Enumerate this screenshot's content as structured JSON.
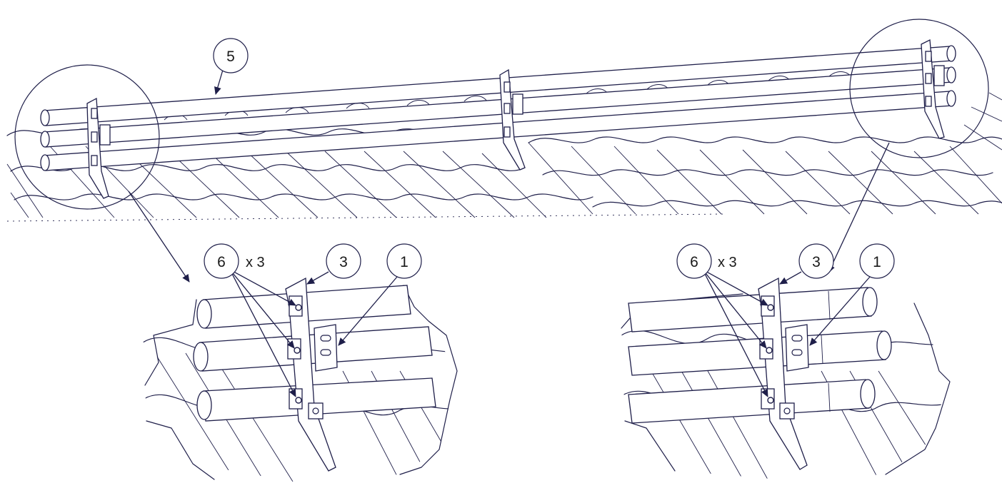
{
  "callouts": {
    "overview_rail": "5",
    "left_fixing": "6",
    "left_fixing_qty": "x 3",
    "left_bracket": "3",
    "left_base": "1",
    "right_fixing": "6",
    "right_fixing_qty": "x 3",
    "right_bracket": "3",
    "right_base": "1"
  },
  "colors": {
    "line": "#1f1f4a",
    "background": "#ffffff"
  }
}
